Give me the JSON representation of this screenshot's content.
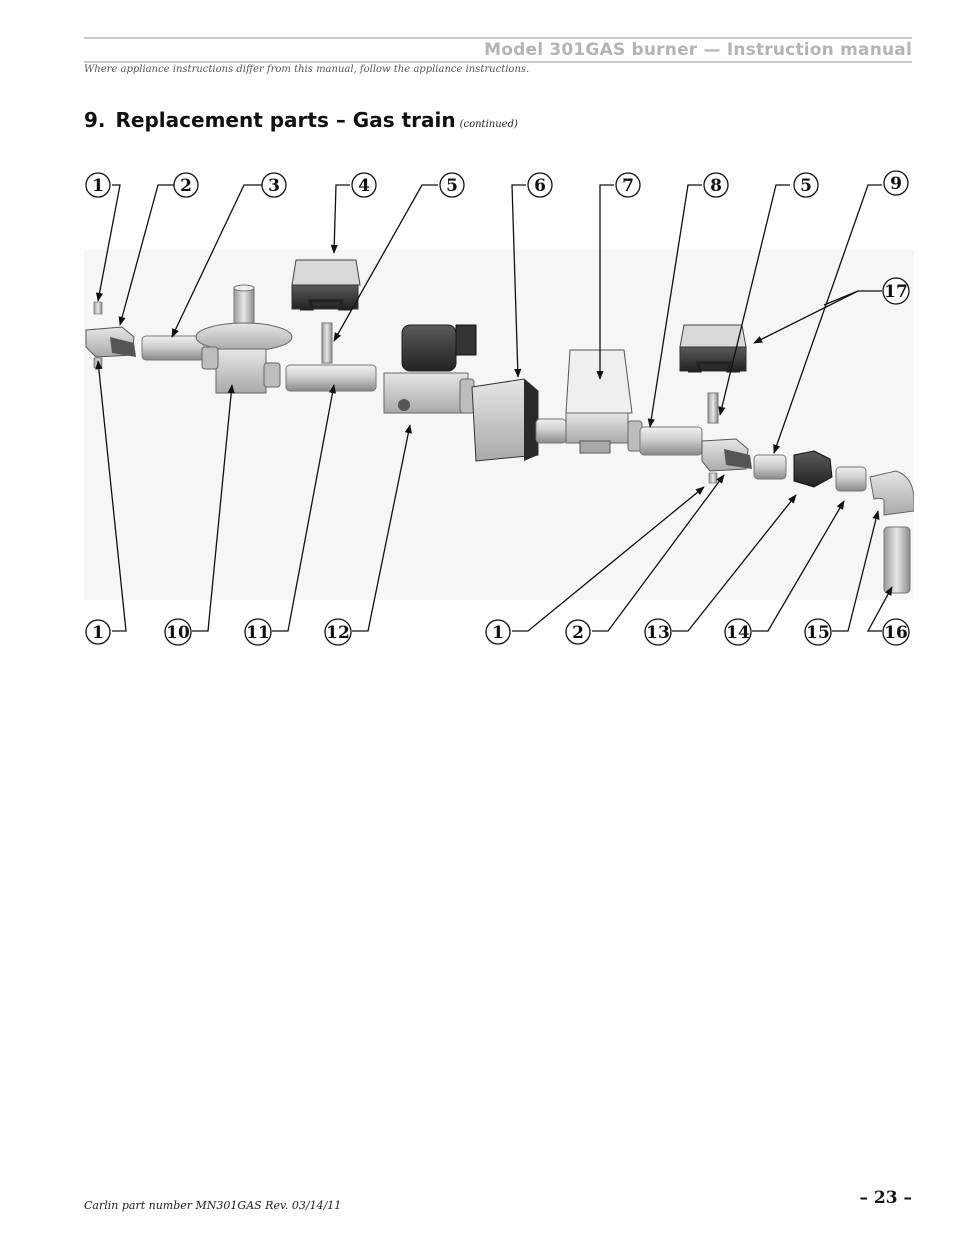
{
  "header": {
    "title": "Model 301GAS burner — Instruction manual",
    "subtitle": "Where appliance instructions differ from this manual, follow the appliance instructions."
  },
  "section": {
    "number": "9.",
    "title": "Replacement parts – Gas train",
    "continued": "(continued)"
  },
  "callouts": {
    "top": [
      "1",
      "2",
      "3",
      "4",
      "5",
      "6",
      "7",
      "8",
      "5",
      "9"
    ],
    "right": "17",
    "bottom": [
      "1",
      "10",
      "11",
      "12",
      "1",
      "2",
      "13",
      "14",
      "15",
      "16"
    ]
  },
  "footer": {
    "part_number": "Carlin part number MN301GAS Rev. 03/14/11",
    "page": "– 23 –"
  }
}
